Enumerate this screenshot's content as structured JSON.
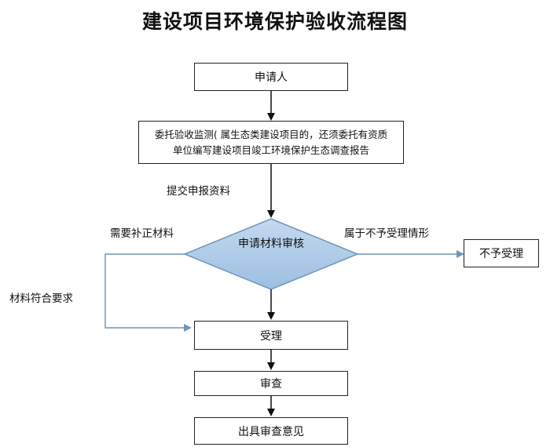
{
  "title": "建设项目环境保护验收流程图",
  "nodes": {
    "applicant": "申请人",
    "entrust_line1": "委托验收监测( 属生态类建设项目的，还须委托有资质",
    "entrust_line2": "单位编写建设项目竣工环境保护生态调查报告",
    "review_materials": "申请材料审核",
    "reject": "不予受理",
    "accept": "受理",
    "examine": "审查",
    "opinion": "出具审查意见"
  },
  "edge_labels": {
    "submit": "提交申报资料",
    "supplement": "需要补正材料",
    "not_accepted": "属于不予受理情形",
    "meets_requirements": "材料符合要求"
  },
  "colors": {
    "diamond_fill": "#a9c8e6",
    "diamond_stroke": "#6f95bb",
    "blue_line": "#6f95bb"
  }
}
